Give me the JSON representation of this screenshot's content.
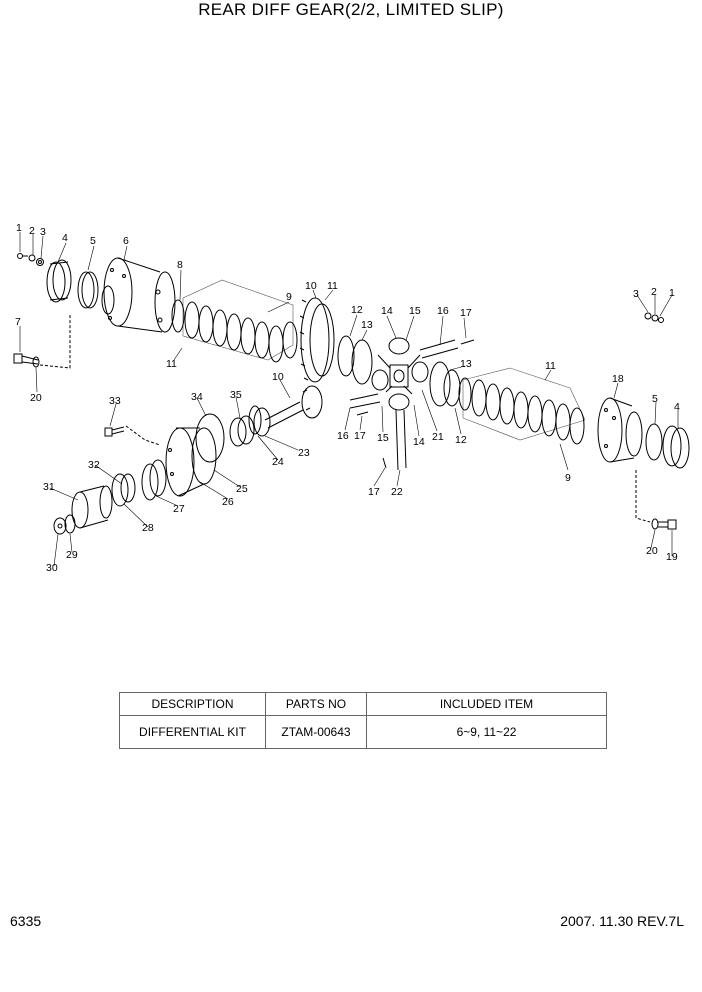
{
  "title": "REAR DIFF GEAR(2/2, LIMITED SLIP)",
  "callouts": {
    "c1a": "1",
    "c2a": "2",
    "c3a": "3",
    "c4a": "4",
    "c5a": "5",
    "c6": "6",
    "c7": "7",
    "c8": "8",
    "c9a": "9",
    "c10a": "10",
    "c11a": "11",
    "c11b": "11",
    "c12a": "12",
    "c13a": "13",
    "c14a": "14",
    "c15a": "15",
    "c16a": "16",
    "c17a": "17",
    "c20a": "20",
    "c3b": "3",
    "c2b": "2",
    "c1b": "1",
    "c11c": "11",
    "c18": "18",
    "c5b": "5",
    "c4b": "4",
    "c13b": "13",
    "c9b": "9",
    "c20b": "20",
    "c19": "19",
    "c10b": "10",
    "c16b": "16",
    "c17b": "17",
    "c15b": "15",
    "c14b": "14",
    "c21": "21",
    "c12b": "12",
    "c17c": "17",
    "c22": "22",
    "c33": "33",
    "c34": "34",
    "c35": "35",
    "c23": "23",
    "c24": "24",
    "c25": "25",
    "c26": "26",
    "c27": "27",
    "c28": "28",
    "c32": "32",
    "c31": "31",
    "c29": "29",
    "c30": "30"
  },
  "parts_table": {
    "headers": [
      "DESCRIPTION",
      "PARTS NO",
      "INCLUDED ITEM"
    ],
    "rows": [
      [
        "DIFFERENTIAL KIT",
        "ZTAM-00643",
        "6~9, 11~22"
      ]
    ]
  },
  "footer": {
    "page": "6335",
    "revision": "2007. 11.30  REV.7L"
  }
}
